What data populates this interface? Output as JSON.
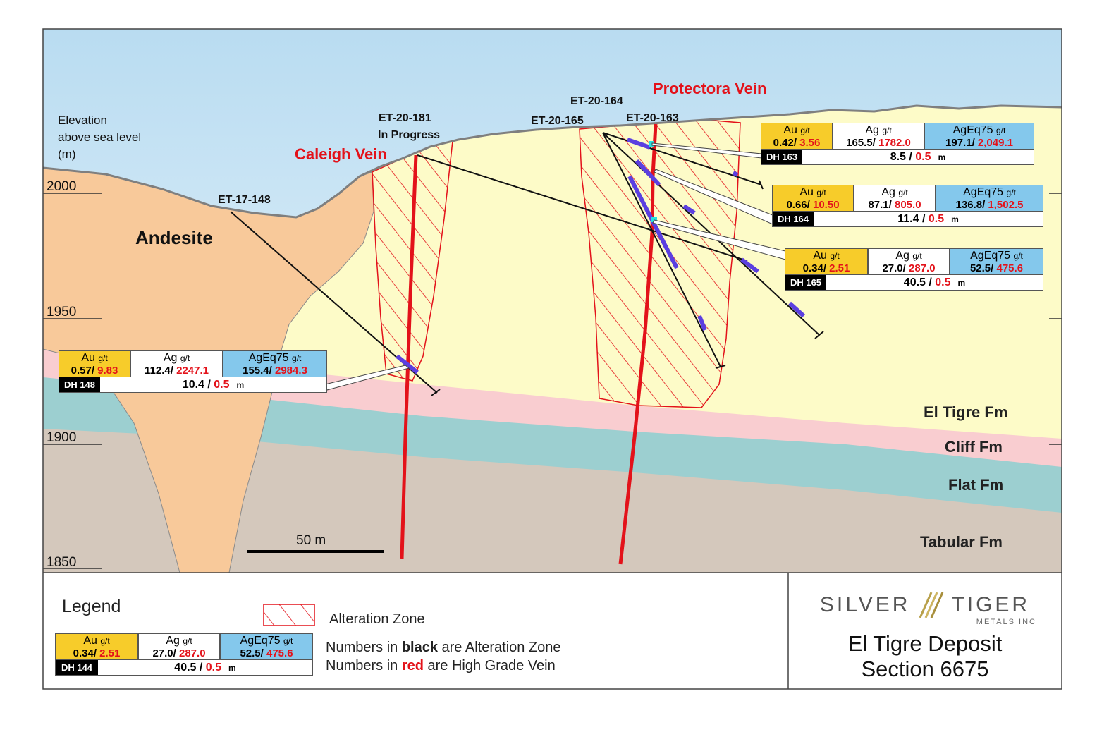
{
  "figure": {
    "elevation_axis": {
      "title_lines": [
        "Elevation",
        "above sea level",
        "(m)"
      ],
      "ticks": [
        "2000",
        "1950",
        "1900",
        "1850"
      ]
    },
    "labels": {
      "andesite": "Andesite",
      "caleigh_vein": "Caleigh Vein",
      "protectora_vein": "Protectora Vein",
      "formations": [
        "El Tigre Fm",
        "Cliff Fm",
        "Flat Fm",
        "Tabular Fm"
      ],
      "scale_bar": "50 m"
    },
    "drillholes": [
      {
        "name": "ET-17-148"
      },
      {
        "name": "ET-20-181",
        "status": "In Progress"
      },
      {
        "name": "ET-20-165"
      },
      {
        "name": "ET-20-164"
      },
      {
        "name": "ET-20-163"
      }
    ],
    "colors": {
      "sky": "#dff0f9",
      "el_tigre_fm": "#fdfbc8",
      "andesite": "#f8c99a",
      "cliff_fm": "#f9cdd0",
      "flat_fm": "#9ccfd0",
      "tabular_fm": "#d4c8bc",
      "vein": "#e3121a",
      "intercept": "#5b3fe0"
    }
  },
  "intercepts": [
    {
      "hole": "DH 163",
      "au_header": "Au",
      "ag_header": "Ag",
      "agEq_header": "AgEq75",
      "unit": "g/t",
      "au_black": "0.42/",
      "au_red": "3.56",
      "ag_black": "165.5/",
      "ag_red": "1782.0",
      "agEq_black": "197.1/",
      "agEq_red": "2,049.1",
      "len_black": "8.5 /",
      "len_red": "0.5",
      "len_unit": "m"
    },
    {
      "hole": "DH 164",
      "au_header": "Au",
      "ag_header": "Ag",
      "agEq_header": "AgEq75",
      "unit": "g/t",
      "au_black": "0.66/",
      "au_red": "10.50",
      "ag_black": "87.1/",
      "ag_red": "805.0",
      "agEq_black": "136.8/",
      "agEq_red": "1,502.5",
      "len_black": "11.4 /",
      "len_red": "0.5",
      "len_unit": "m"
    },
    {
      "hole": "DH 165",
      "au_header": "Au",
      "ag_header": "Ag",
      "agEq_header": "AgEq75",
      "unit": "g/t",
      "au_black": "0.34/",
      "au_red": "2.51",
      "ag_black": "27.0/",
      "ag_red": "287.0",
      "agEq_black": "52.5/",
      "agEq_red": "475.6",
      "len_black": "40.5 /",
      "len_red": "0.5",
      "len_unit": "m"
    },
    {
      "hole": "DH 148",
      "au_header": "Au",
      "ag_header": "Ag",
      "agEq_header": "AgEq75",
      "unit": "g/t",
      "au_black": "0.57/",
      "au_red": "9.83",
      "ag_black": "112.4/",
      "ag_red": "2247.1",
      "agEq_black": "155.4/",
      "agEq_red": "2984.3",
      "len_black": "10.4 /",
      "len_red": "0.5",
      "len_unit": "m"
    }
  ],
  "legend": {
    "title": "Legend",
    "alteration_label": "Alteration Zone",
    "note1": {
      "pre": "Numbers in ",
      "key": "black",
      "post": " are Alteration Zone"
    },
    "note2": {
      "pre": "Numbers in ",
      "key": "red",
      "post": " are High Grade Vein"
    },
    "example": {
      "hole": "DH 144",
      "au_header": "Au",
      "ag_header": "Ag",
      "agEq_header": "AgEq75",
      "unit": "g/t",
      "au_black": "0.34/",
      "au_red": "2.51",
      "ag_black": "27.0/",
      "ag_red": "287.0",
      "agEq_black": "52.5/",
      "agEq_red": "475.6",
      "len_black": "40.5 /",
      "len_red": "0.5",
      "len_unit": "m"
    }
  },
  "brand": {
    "name_left": "SILVER",
    "name_right": "TIGER",
    "subtitle": "METALS INC",
    "title_line1": "El Tigre Deposit",
    "title_line2": "Section 6675"
  }
}
